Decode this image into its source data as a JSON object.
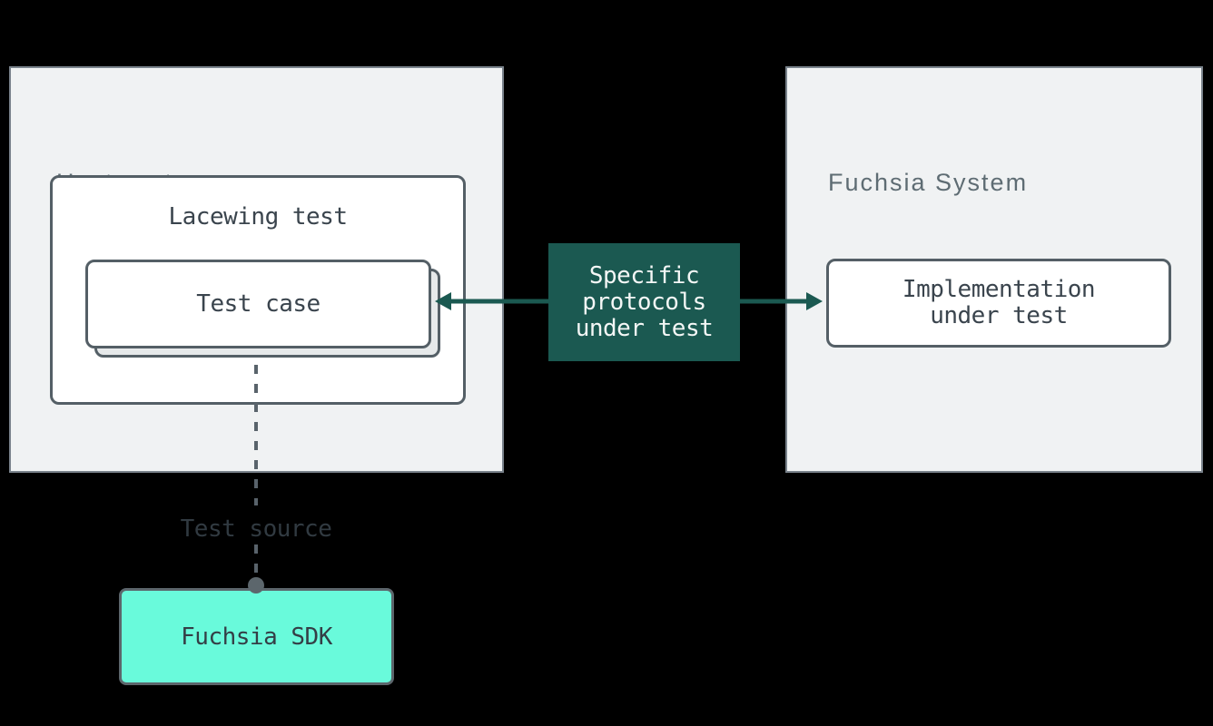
{
  "host_panel": {
    "title": "Host system"
  },
  "lacewing_box": {
    "title": "Lacewing test"
  },
  "test_case_box": {
    "label": "Test case"
  },
  "protocols_box": {
    "label": "Specific\nprotocols\nunder test"
  },
  "fuchsia_panel": {
    "title": "Fuchsia System"
  },
  "implementation_box": {
    "label": "Implementation\nunder test"
  },
  "connector": {
    "label": "Test source"
  },
  "sdk_box": {
    "label": "Fuchsia SDK"
  },
  "colors": {
    "background": "#000000",
    "panel_fill": "#F0F2F3",
    "panel_border": "#79828B",
    "box_border": "#545F66",
    "box_fill": "#FFFFFF",
    "stacked_box_fill": "#E6E9EA",
    "protocols_box_bg": "#1B5951",
    "protocols_box_text": "#F4F7F6",
    "arrow": "#1B5951",
    "sdk_box_bg": "#69FADB",
    "sdk_box_border": "#5C666C",
    "mono_text": "#3A444D",
    "panel_title_text": "#5E6C73",
    "connector_line": "#59636B",
    "connector_dot": "#5C666C",
    "test_source_text": "#313A41"
  }
}
